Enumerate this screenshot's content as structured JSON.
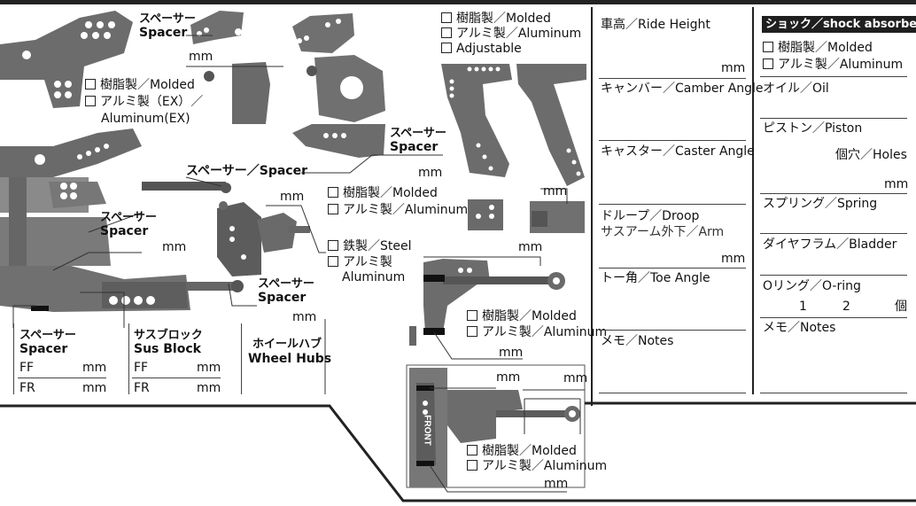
{
  "front_parts": {
    "spacer_top": {
      "jp": "スペーサー",
      "en": "Spacer"
    },
    "top_mm": "mm",
    "knuckle_material": {
      "molded": "樹脂製／Molded",
      "aluminum": "アルミ製（EX）／",
      "aluminum_en": "Aluminum(EX)"
    },
    "spacer_upright": {
      "jp": "スペーサー",
      "en": "Spacer"
    },
    "upright_mm": "mm",
    "upper_spacer": "スペーサー／Spacer",
    "upper_spacer_mm": "mm",
    "shock_spacer": {
      "jp": "スペーサー",
      "en": "Spacer"
    },
    "shock_spacer_mm": "mm",
    "hub_material": {
      "molded": "樹脂製／Molded",
      "aluminum": "アルミ製／Aluminum"
    },
    "axle_material": {
      "steel": "鉄製／Steel",
      "aluminum_jp": "アルミ製",
      "aluminum_en": "Aluminum"
    },
    "lower_spacer": {
      "jp": "スペーサー",
      "en": "Spacer"
    },
    "lower_spacer_mm": "mm",
    "spacer_table": {
      "jp": "スペーサー",
      "en": "Spacer",
      "rows": [
        {
          "label": "FF",
          "unit": "mm"
        },
        {
          "label": "FR",
          "unit": "mm"
        }
      ]
    },
    "susblock_table": {
      "jp": "サスブロック",
      "en": "Sus Block",
      "rows": [
        {
          "label": "FF",
          "unit": "mm"
        },
        {
          "label": "FR",
          "unit": "mm"
        }
      ]
    },
    "wheel_hubs": {
      "jp": "ホイールハブ",
      "en": "Wheel Hubs"
    }
  },
  "middle_parts": {
    "tower_material": {
      "molded": "樹脂製／Molded",
      "aluminum": "アルミ製／Aluminum",
      "adjustable": "Adjustable"
    },
    "tower_mm": "mm",
    "arm_material": {
      "molded": "樹脂製／Molded",
      "aluminum": "アルミ製／Aluminum"
    },
    "arm_mm_top": "mm",
    "arm_mm_bottom": "mm",
    "rear_top_mm": "mm",
    "rear_right_mm": "mm",
    "front_label": "FRONT",
    "rear_material": {
      "molded": "樹脂製／Molded",
      "aluminum": "アルミ製／Aluminum"
    },
    "rear_mm": "mm"
  },
  "settings": {
    "ride_height": {
      "label": "車高／Ride Height",
      "unit": "mm"
    },
    "camber": {
      "label": "キャンバー／Camber Angle"
    },
    "caster": {
      "label": "キャスター／Caster Angle"
    },
    "droop": {
      "label": "ドループ／Droop",
      "sub": "サスアーム外下／Arm",
      "unit": "mm"
    },
    "toe": {
      "label": "トー角／Toe Angle"
    },
    "notes": {
      "label": "メモ／Notes"
    }
  },
  "shock": {
    "title": "ショック／shock absorber",
    "material": {
      "molded": "樹脂製／Molded",
      "aluminum": "アルミ製／Aluminum"
    },
    "oil": "オイル／Oil",
    "piston": "ピストン／Piston",
    "holes": "個穴／Holes",
    "spring_unit": "mm",
    "spring": "スプリング／Spring",
    "bladder": "ダイヤフラム／Bladder",
    "oring": "Oリング／O-ring",
    "oring_values": [
      "1",
      "2",
      "個"
    ],
    "notes": "メモ／Notes"
  }
}
